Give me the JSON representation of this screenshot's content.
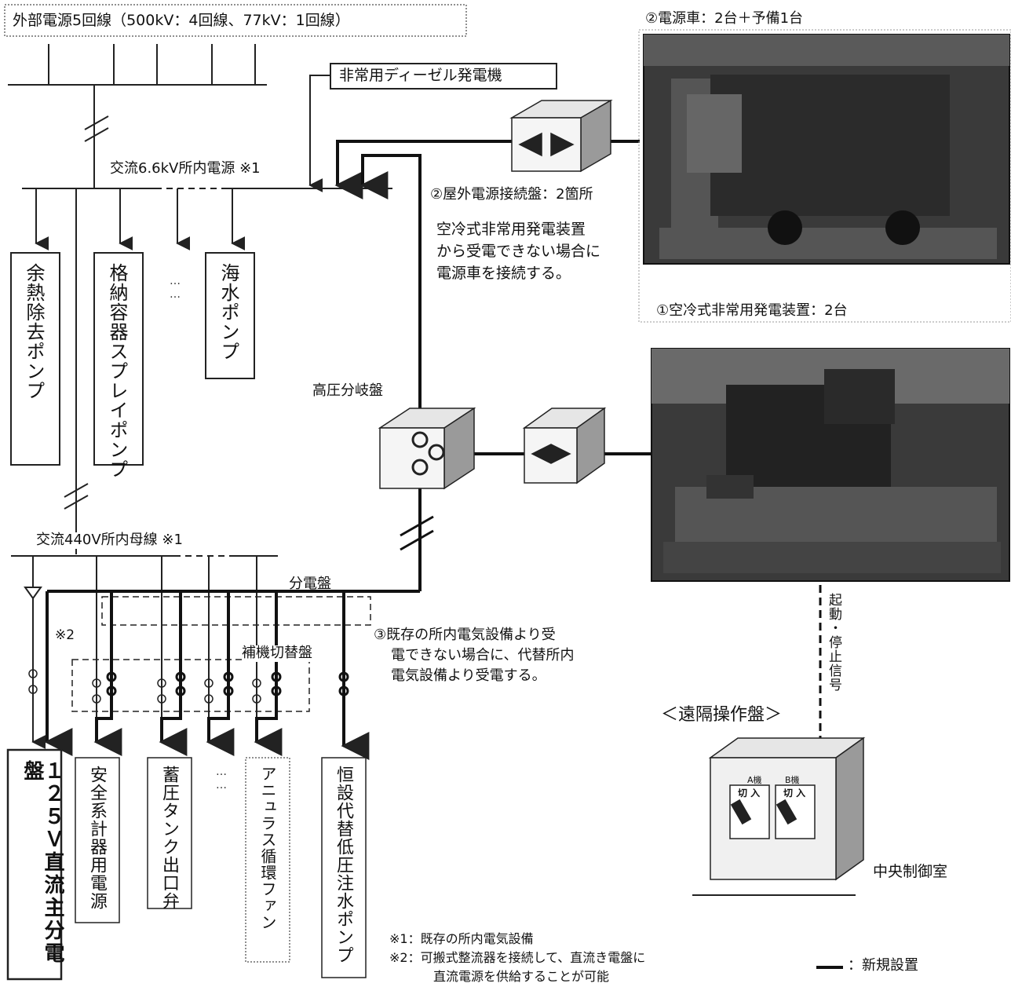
{
  "colors": {
    "line": "#222222",
    "new_line": "#111111",
    "box_shadow": "#9a9a9a",
    "photo": "#3a3a3a"
  },
  "external_power": "外部電源5回線（500kV：4回線、77kV：1回線）",
  "diesel_generator": "非常用ディーゼル発電機",
  "ac66_bus": "交流6.6kV所内電源 ※1",
  "ac440_bus": "交流440V所内母線 ※1",
  "loads_66": [
    {
      "label": "余熱除去ポンプ"
    },
    {
      "label": "格納容器スプレイポンプ"
    },
    {
      "label": "……"
    },
    {
      "label": "海水ポンプ"
    }
  ],
  "outdoor_panel": "②屋外電源接続盤：2箇所",
  "outdoor_note": [
    "空冷式非常用発電装置",
    "から受電できない場合に",
    "電源車を接続する。"
  ],
  "power_vehicle": "②電源車：2台＋予備1台",
  "aircooled_gen": "①空冷式非常用発電装置：2台",
  "hv_branch": "高圧分岐盤",
  "distribution_panel": "分電盤",
  "aux_switch_panel": "補機切替盤",
  "note3": [
    "③既存の所内電気設備より受",
    "電できない場合に、代替所内",
    "電気設備より受電する。"
  ],
  "note_x2": "※2",
  "start_stop_signal": "起動・停止信号",
  "remote_panel": "＜遠隔操作盤＞",
  "central_control": "中央制御室",
  "switch_a": "A機",
  "switch_b": "B機",
  "switch_state": "切 入",
  "loads_440": [
    {
      "label": "１２５Ｖ直流主分電盤"
    },
    {
      "label": "安全系計器用電源"
    },
    {
      "label": "蓄圧タンク出口弁"
    },
    {
      "label": "……"
    },
    {
      "label": "アニュラス循環ファン"
    },
    {
      "label": "恒設代替低圧注水ポンプ"
    }
  ],
  "footnote1": "※1：既存の所内電気設備",
  "footnote2": [
    "※2：可搬式整流器を接続して、直流き電盤に",
    "直流電源を供給することが可能"
  ],
  "legend_new": "：新規設置"
}
